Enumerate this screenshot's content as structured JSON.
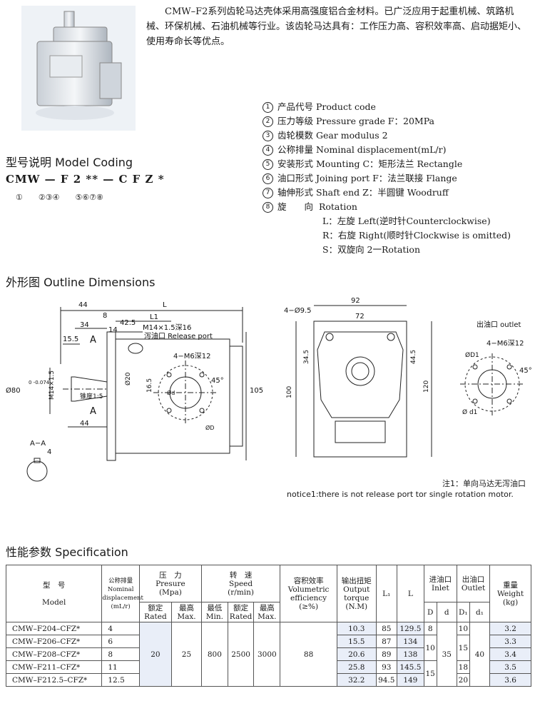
{
  "intro": "CMW–F2系列齿轮马达壳体采用高强度铝合金材料。已广泛应用于起重机械、筑路机械、环保机械、石油机械等行业。该齿轮马达具有：工作压力高、容积效率高、启动据矩小、使用寿命长等优点。",
  "spec_items": [
    {
      "num": "1",
      "cn": "产品代号",
      "en": "Product code"
    },
    {
      "num": "2",
      "cn": "压力等级",
      "en": "Pressure grade F：20MPa"
    },
    {
      "num": "3",
      "cn": "齿轮模数",
      "en": "Gear modulus 2"
    },
    {
      "num": "4",
      "cn": "公称排量",
      "en": "Nominal displacement(mL/r)"
    },
    {
      "num": "5",
      "cn": "安装形式",
      "en": "Mounting C：矩形法兰 Rectangle"
    },
    {
      "num": "6",
      "cn": "油口形式",
      "en": "Joining port F：法兰联接 Flange"
    },
    {
      "num": "7",
      "cn": "轴伸形式",
      "en": "Shaft end Z：半圆键 Woodruff"
    },
    {
      "num": "8",
      "cn": "旋　　向",
      "en": "Rotation"
    }
  ],
  "rotation_options": [
    "L：左旋 Left(逆时针Counterclockwise)",
    "R：右旋 Right(顺时针Clockwise is omitted)",
    "S：双旋向 2一Rotation"
  ],
  "model_coding": {
    "heading": "型号说明 Model Coding",
    "code": "CMW — F 2 ** — C F Z *",
    "nums": "①　　②③④　　⑤⑥⑦⑧"
  },
  "outline": {
    "heading": "外形图 Outline Dimensions",
    "dims": {
      "d44": "44",
      "d8": "8",
      "L": "L",
      "L1": "L1",
      "d34": "34",
      "d42_5": "42.5",
      "d14": "14",
      "d15_5": "15.5",
      "A": "A",
      "m14x1_5_16": "M14×1.5深16",
      "release": "泻油口 Release port",
      "phi80": "Ø80",
      "tol": "0 -0.074",
      "m14x1_5": "M14×1.5",
      "m6_12": "4−M6深12",
      "d16_5": "16.5",
      "d20": "Ø20",
      "d45": "45°",
      "phi_d": "Ød",
      "phi_D": "ØD",
      "d105": "105",
      "taper": "锥度1:5",
      "d44b": "44",
      "aa": "A−A",
      "d4": "4",
      "holes": "4−Ø9.5",
      "d92": "92",
      "d72": "72",
      "d34_5": "34.5",
      "d44_5": "44.5",
      "d100": "100",
      "d120": "120",
      "outlet": "出油口 outlet",
      "m6_12b": "4−M6深12",
      "phi_D1": "ØD1",
      "d45b": "45°",
      "phi_d1": "Ø d1"
    },
    "note_cn": "注1：单向马达无泻油口",
    "note_en": "notice1:there is not release port tor single rotation motor."
  },
  "spec": {
    "heading": "性能参数 Specification",
    "headers": {
      "model_cn": "型　号",
      "model_en": "Model",
      "disp_cn": "公称排量",
      "disp_en1": "Nominal",
      "disp_en2": "displacement",
      "disp_unit": "(mL/r)",
      "press_cn": "压　力",
      "press_en": "Presure",
      "press_unit": "(Mpa)",
      "rated": "额定",
      "rated_en": "Rated",
      "max": "最高",
      "max_en": "Max.",
      "speed_cn": "转　速",
      "speed_en": "Speed",
      "speed_unit": "(r/min)",
      "min": "最低",
      "min_en": "Min.",
      "rated2": "额定",
      "rated2_en": "Rated",
      "max2": "最高",
      "max2_en": "Max.",
      "vol_cn": "容积效率",
      "vol_en1": "Volumetric",
      "vol_en2": "efficiency",
      "vol_unit": "(≥%)",
      "torque_cn": "输出扭矩",
      "torque_en1": "Output",
      "torque_en2": "torque",
      "torque_unit": "(N.M)",
      "L1": "L₁",
      "L": "L",
      "inlet_cn": "进油口",
      "inlet_en": "Inlet",
      "outlet_cn": "出油口",
      "outlet_en": "Outlet",
      "D": "D",
      "d": "d",
      "D1": "D₁",
      "d1": "d₁",
      "weight_cn": "重量",
      "weight_en": "Weight",
      "weight_unit": "(kg)"
    },
    "rows": [
      {
        "model": "CMW–F204–CFZ*",
        "disp": "4",
        "torque": "10.3",
        "L1": "85",
        "L": "129.5",
        "weight": "3.2"
      },
      {
        "model": "CMW–F206–CFZ*",
        "disp": "6",
        "torque": "15.5",
        "L1": "87",
        "L": "134",
        "weight": "3.3"
      },
      {
        "model": "CMW–F208–CFZ*",
        "disp": "8",
        "torque": "20.6",
        "L1": "89",
        "L": "138",
        "weight": "3.4"
      },
      {
        "model": "CMW–F211–CFZ*",
        "disp": "11",
        "torque": "25.8",
        "L1": "93",
        "L": "145.5",
        "weight": "3.5"
      },
      {
        "model": "CMW–F212.5–CFZ*",
        "disp": "12.5",
        "torque": "32.2",
        "L1": "94.5",
        "L": "149",
        "weight": "3.6"
      }
    ],
    "shared": {
      "press_rated": "20",
      "press_max": "25",
      "speed_min": "800",
      "speed_rated": "2500",
      "speed_max": "3000",
      "vol_eff": "88",
      "D_a": "8",
      "D_b": "10",
      "D_c": "15",
      "d_in": "35",
      "D1_a": "10",
      "D1_b": "15",
      "D1_c": "18",
      "D1_d": "20",
      "d1_out": "40"
    }
  }
}
